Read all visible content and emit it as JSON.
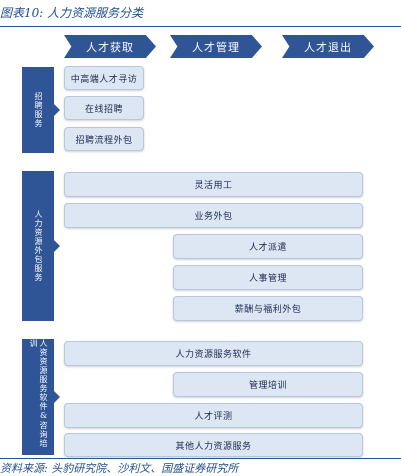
{
  "caption": "图表10:  人力资源服务分类",
  "stages": [
    "人才获取",
    "人才管理",
    "人才退出"
  ],
  "categories": {
    "recruitment": "招聘服务",
    "outsourcing": "人力资源外包服务",
    "software": "人资资源服务软件&咨询培训"
  },
  "recruitment_items": [
    "中高端人才寻访",
    "在线招聘",
    "招聘流程外包"
  ],
  "outsourcing_items": [
    "灵活用工",
    "业务外包",
    "人才派遣",
    "人事管理",
    "薪酬与福利外包"
  ],
  "software_items": [
    "人力资源服务软件",
    "管理培训",
    "人才评测",
    "其他人力资源服务"
  ],
  "footer": "资料来源: 头豹研究院、沙利文、国盛证券研究所"
}
